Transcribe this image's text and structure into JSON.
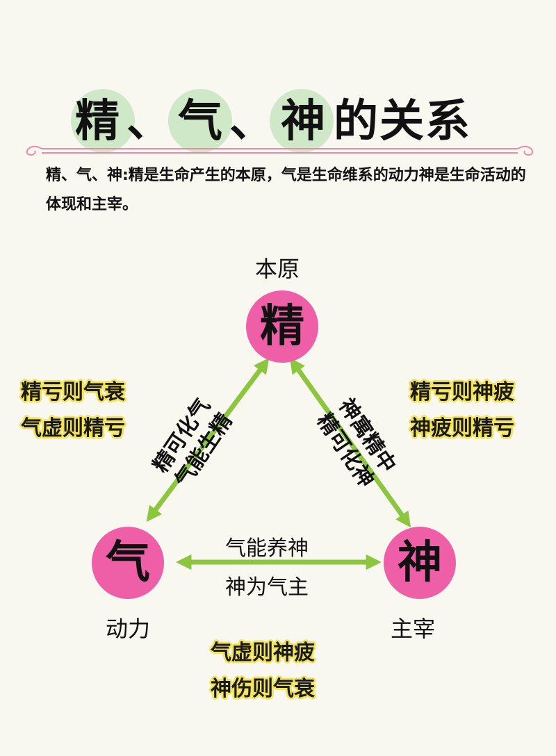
{
  "title": {
    "chars": [
      "精",
      "、",
      "气",
      "、",
      "神"
    ],
    "rest": "的关系"
  },
  "intro": "精、气、神:精是生命产生的本原，气是生命维系的动力神是生命活动的体现和主宰。",
  "nodes": {
    "jing": {
      "char": "精",
      "label": "本原"
    },
    "qi": {
      "char": "气",
      "label": "动力"
    },
    "shen": {
      "char": "神",
      "label": "主宰"
    }
  },
  "edges": {
    "left": {
      "line1": "精可化气",
      "line2": "气能生精"
    },
    "right": {
      "line1": "神寓精中",
      "line2": "精可化神"
    },
    "bottom": {
      "line1": "气能养神",
      "line2": "神为气主"
    }
  },
  "notes": {
    "left": {
      "line1": "精亏则气衰",
      "line2": "气虚则精亏"
    },
    "right": {
      "line1": "精亏则神疲",
      "line2": "神疲则精亏"
    },
    "bottom": {
      "line1": "气虚则神疲",
      "line2": "神伤则气衰"
    }
  },
  "colors": {
    "node_fill": "#ef5fa8",
    "arrow": "#8cc63f",
    "title_circle": "#cfe8c8",
    "highlight": "#f3e35a",
    "divider": "#e98aa8"
  }
}
